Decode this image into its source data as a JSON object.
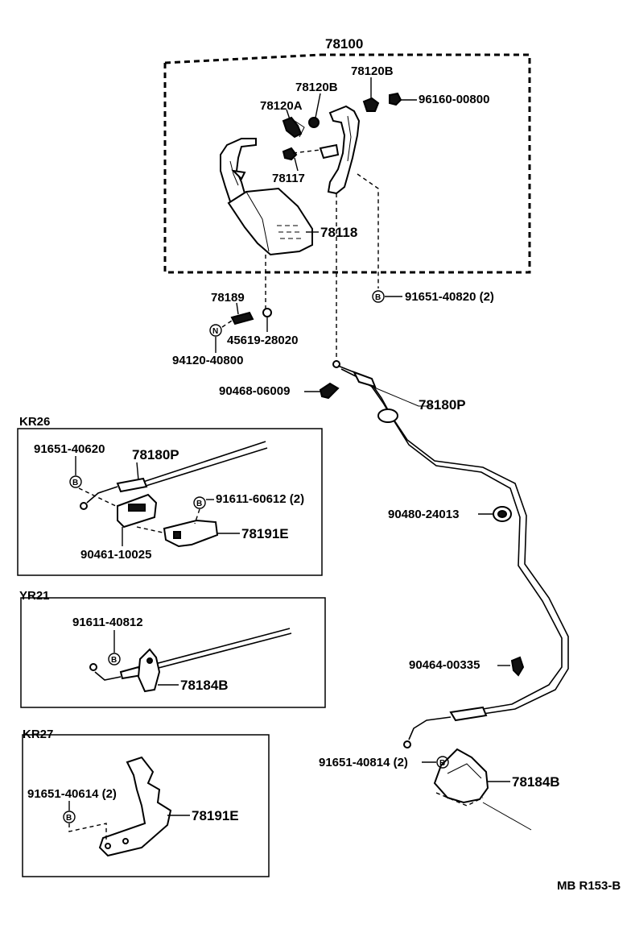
{
  "labels": {
    "assy_78100": "78100",
    "p78120B_top": "78120B",
    "p78120B_mid": "78120B",
    "p96160": "96160-00800",
    "p78120A": "78120A",
    "p78117": "78117",
    "p78118": "78118",
    "p78189": "78189",
    "p45619": "45619-28020",
    "p94120": "94120-40800",
    "p91651_40820": "91651-40820 (2)",
    "p90468": "90468-06009",
    "p78180P_main": "78180P",
    "p90480": "90480-24013",
    "p90464": "90464-00335",
    "p91651_40814": "91651-40814 (2)",
    "p78184B_main": "78184B",
    "code": "MB R153-B"
  },
  "kr26": {
    "title": "KR26",
    "p91651_40620": "91651-40620",
    "p78180P": "78180P",
    "p91611_60612": "91611-60612 (2)",
    "p90461": "90461-10025",
    "p78191E": "78191E"
  },
  "yr21": {
    "title": "YR21",
    "p91611_40812": "91611-40812",
    "p78184B": "78184B"
  },
  "kr27": {
    "title": "KR27",
    "p91651_40614": "91651-40614 (2)",
    "p78191E": "78191E"
  },
  "symbols": {
    "b": "B",
    "n": "N"
  }
}
